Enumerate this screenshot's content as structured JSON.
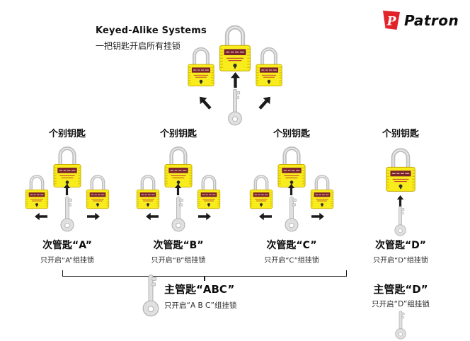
{
  "header": {
    "title": "Keyed-Alike Systems",
    "subtitle": "一把钥匙开启所有挂锁"
  },
  "logo": {
    "monogram": "P",
    "brand": "Patron"
  },
  "groups": [
    {
      "individual_label": "个别钥匙",
      "key_name": "次管匙“A”",
      "note": "只开启“A”组挂锁"
    },
    {
      "individual_label": "个别钥匙",
      "key_name": "次管匙“B”",
      "note": "只开启“B”组挂锁"
    },
    {
      "individual_label": "个别钥匙",
      "key_name": "次管匙“C”",
      "note": "只开启“C”组挂锁"
    },
    {
      "individual_label": "个别钥匙",
      "key_name": "次管匙“D”",
      "note": "只开启“D”组挂锁"
    }
  ],
  "masters": [
    {
      "key_name": "主管匙“ABC”",
      "note": "只开启“A B C”组挂锁"
    },
    {
      "key_name": "主管匙“D”",
      "note": "只开启“D”组挂锁"
    }
  ],
  "colors": {
    "padlock_body": "#f8ec1c",
    "padlock_band": "#7c222c",
    "shackle": "#bfbfbf",
    "key_metal": "#e0e0e0",
    "arrow": "#1c1c1c",
    "brand_red": "#e2232a"
  }
}
